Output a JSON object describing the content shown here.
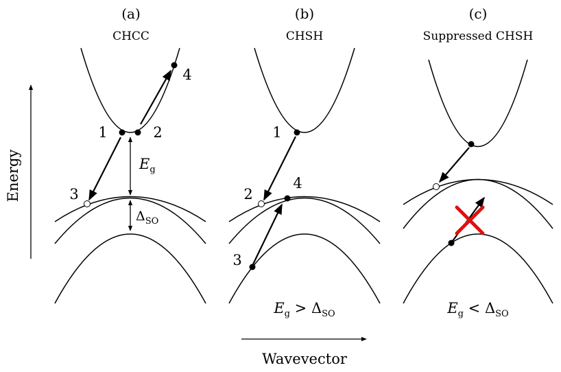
{
  "panels": [
    {
      "id": "a",
      "label": "(a)",
      "title": "CHCC",
      "points": [
        "1",
        "2",
        "3",
        "4"
      ],
      "gap_label": {
        "main": "E",
        "sub": "g"
      },
      "so_label": {
        "main": "Δ",
        "sub": "SO"
      }
    },
    {
      "id": "b",
      "label": "(b)",
      "title": "CHSH",
      "points": [
        "1",
        "2",
        "3",
        "4"
      ],
      "condition": {
        "lhs": "E",
        "lhs_sub": "g",
        "op": " > ",
        "rhs": "Δ",
        "rhs_sub": "SO"
      }
    },
    {
      "id": "c",
      "label": "(c)",
      "title": "Suppressed CHSH",
      "condition": {
        "lhs": "E",
        "lhs_sub": "g",
        "op": " < ",
        "rhs": "Δ",
        "rhs_sub": "SO"
      }
    }
  ],
  "axes": {
    "y_label": "Energy",
    "x_label": "Wavevector"
  },
  "colors": {
    "line": "#000000",
    "cross": "#e01010"
  }
}
